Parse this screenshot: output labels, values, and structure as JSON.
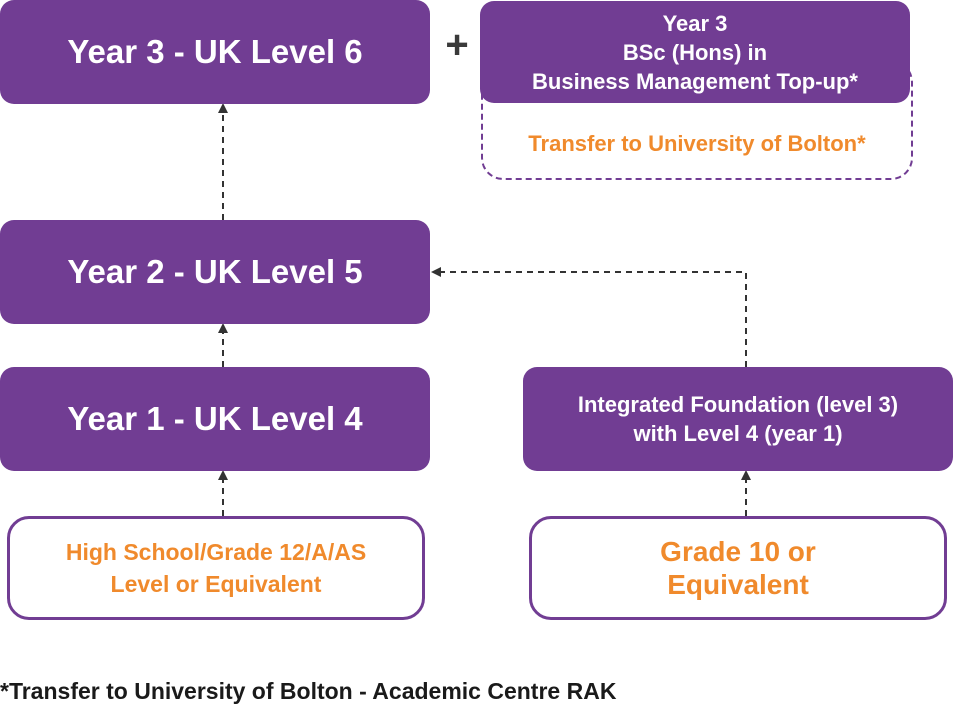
{
  "boxes": {
    "year3": "Year 3 - UK Level 6",
    "year2": "Year 2 - UK Level 5",
    "year1": "Year 1 - UK Level 4",
    "bsc_lines": [
      "Year 3",
      "BSc (Hons) in",
      "Business Management Top-up*"
    ],
    "foundation_lines": [
      "Integrated Foundation (level 3)",
      "with Level 4 (year 1)"
    ],
    "high_school_lines": [
      "High School/Grade 12/A/AS",
      "Level or Equivalent"
    ],
    "grade10_lines": [
      "Grade 10 or",
      "Equivalent"
    ]
  },
  "plus_symbol": "+",
  "transfer_label": "Transfer to University of Bolton*",
  "footnote": "*Transfer to University of Bolton - Academic Centre RAK",
  "colors": {
    "purple": "#713d93",
    "orange": "#f08a2c",
    "arrow": "#333333"
  }
}
